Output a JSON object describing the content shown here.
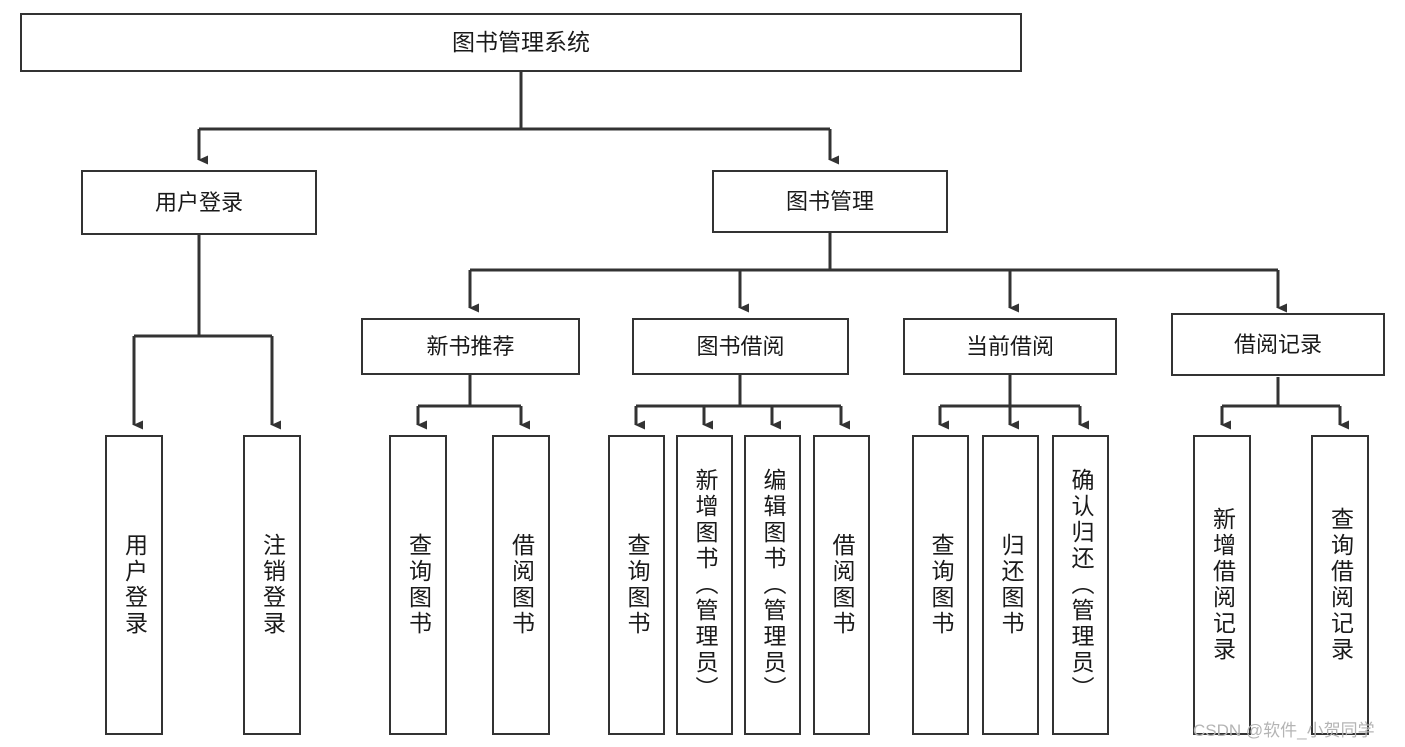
{
  "diagram": {
    "title": "图书管理系统",
    "stroke_color": "#333333",
    "background_color": "#ffffff",
    "text_color": "#1a1a1a",
    "watermark": "CSDN @软件_小贺同学",
    "nodes": {
      "root": {
        "label": "图书管理系统"
      },
      "level1": [
        {
          "label": "用户登录"
        },
        {
          "label": "图书管理"
        }
      ],
      "level2": [
        {
          "label": "新书推荐"
        },
        {
          "label": "图书借阅"
        },
        {
          "label": "当前借阅"
        },
        {
          "label": "借阅记录"
        }
      ],
      "leaves": {
        "user_login": [
          {
            "label": "用户登录"
          },
          {
            "label": "注销登录"
          }
        ],
        "new_book_recommend": [
          {
            "label": "查询图书"
          },
          {
            "label": "借阅图书"
          }
        ],
        "book_borrow": [
          {
            "label": "查询图书"
          },
          {
            "label": "新增图书（管理员）"
          },
          {
            "label": "编辑图书（管理员）"
          },
          {
            "label": "借阅图书"
          }
        ],
        "current_borrow": [
          {
            "label": "查询图书"
          },
          {
            "label": "归还图书"
          },
          {
            "label": "确认归还（管理员）"
          }
        ],
        "borrow_record": [
          {
            "label": "新增借阅记录"
          },
          {
            "label": "查询借阅记录"
          }
        ]
      }
    }
  }
}
